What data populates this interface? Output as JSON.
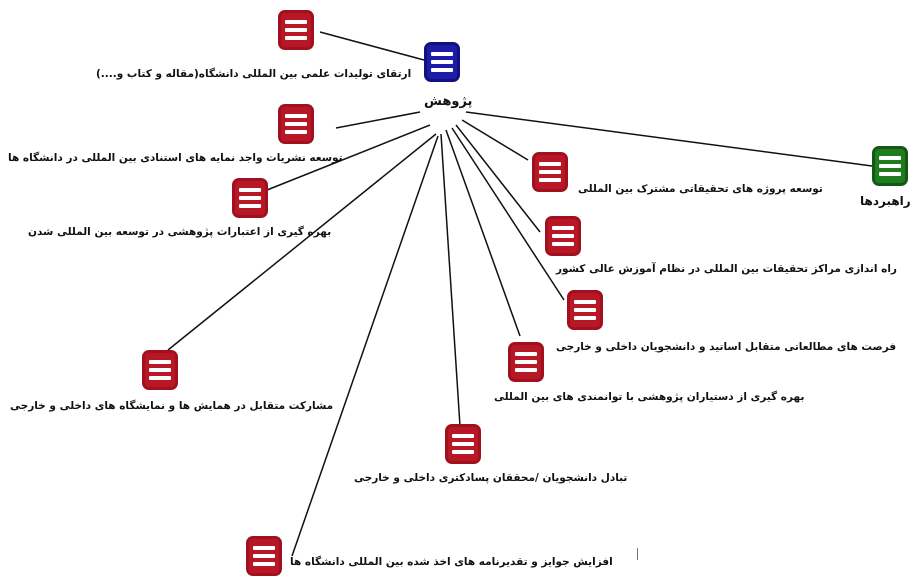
{
  "center": {
    "label": "پژوهش",
    "color": "#1c1ca8"
  },
  "goal": {
    "label": "راهبردها",
    "color": "#1f7d1f"
  },
  "node_color": "#b81826",
  "items": [
    {
      "label": "ارتقای تولیدات علمی بین المللی دانشگاه(مقاله و کتاب و....)"
    },
    {
      "label": "توسعه نشریات واجد نمایه های استنادی بین المللی در دانشگاه ها"
    },
    {
      "label": "بهره گیری از اعتبارات پژوهشی در توسعه بین المللی شدن"
    },
    {
      "label": "توسعه پروژه های تحقیقاتی مشترک بین المللی"
    },
    {
      "label": "راه اندازی مراکز تحقیقات بین المللی در نظام آموزش عالی کشور"
    },
    {
      "label": "فرصت های مطالعاتی متقابل اساتید و دانشجویان داخلی و خارجی"
    },
    {
      "label": "بهره گیری از دستیاران پژوهشی با توانمندی های بین المللی"
    },
    {
      "label": "مشارکت متقابل در همایش ها و نمایشگاه های داخلی و خارجی"
    },
    {
      "label": "تبادل دانشجویان /محققان پسادکتری داخلی و خارجی"
    },
    {
      "label": "افزایش جوایز و تقدیرنامه های اخذ شده بین المللی دانشگاه ها"
    }
  ]
}
